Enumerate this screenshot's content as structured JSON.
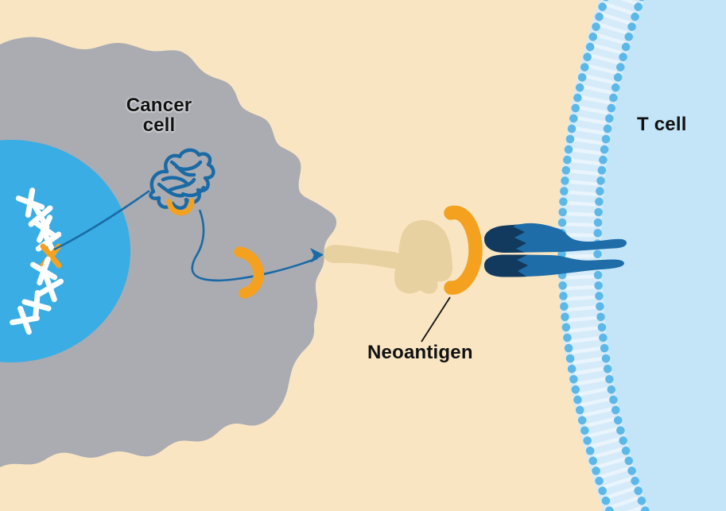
{
  "diagram": {
    "labels": {
      "cancer_cell": "Cancer cell",
      "neoantigen": "Neoantigen",
      "t_cell": "T cell"
    },
    "icons": {
      "mutated-dna-icon": "chain of white X chromosomes with one orange mutated X",
      "misfolded-protein-icon": "dark blue tangled scribble with orange peptide arc",
      "neoantigen-peptide-icon": "orange crescent",
      "mhc-molecule-icon": "tan blob with stalk presenting peptide",
      "tcr-icon": "two-pronged navy T-cell receptor",
      "membrane-icon": "lipid bilayer of paired blue dots"
    },
    "colors": {
      "background": "#F9E5C2",
      "cancer_cell": "#AAACB2",
      "nucleus": "#39ADE4",
      "chromosome": "#FFFFFF",
      "mutation_orange": "#F4A120",
      "connector_blue": "#1A6AA5",
      "mhc_tan": "#E7D1A0",
      "tcr_body": "#1E6DA8",
      "tcr_dark": "#123A5F",
      "t_cell_fill": "#C3E5F7",
      "membrane_strip": "#D5EBF9",
      "membrane_rung": "#EAF4FC",
      "membrane_dot": "#5CB8E8",
      "label_line": "#111111"
    }
  }
}
